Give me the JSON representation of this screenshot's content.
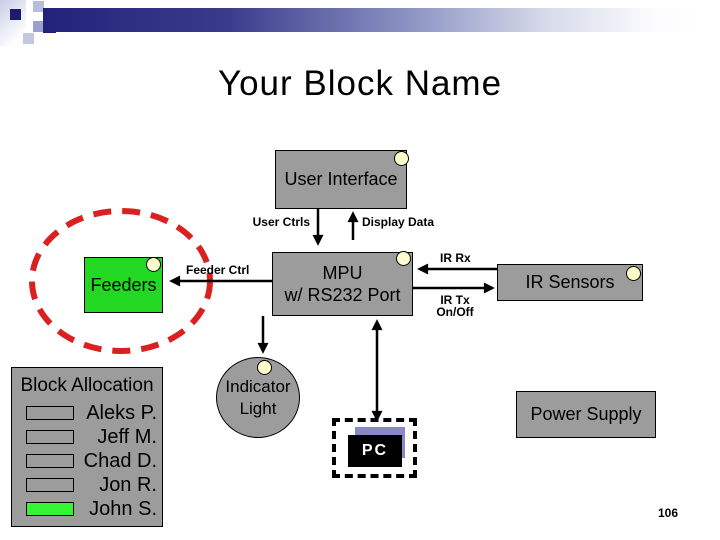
{
  "slide": {
    "title": "Your Block Name",
    "page_number": "106"
  },
  "blocks": {
    "user_interface": "User Interface",
    "mpu_line1": "MPU",
    "mpu_line2": "w/ RS232 Port",
    "feeders": "Feeders",
    "ir_sensors": "IR Sensors",
    "indicator_light": "Indicator Light",
    "power_supply": "Power Supply",
    "pc": "PC"
  },
  "connectors": {
    "user_ctrls": "User Ctrls",
    "display_data": "Display Data",
    "feeder_ctrl": "Feeder Ctrl",
    "ir_rx": "IR Rx",
    "ir_tx": "IR Tx",
    "ir_tx_mode": "On/Off"
  },
  "allocation": {
    "title": "Block Allocation",
    "rows": [
      {
        "name": "Aleks P.",
        "swatch": "#9C9C9C"
      },
      {
        "name": "Jeff M.",
        "swatch": "#9C9C9C"
      },
      {
        "name": "Chad D.",
        "swatch": "#9C9C9C"
      },
      {
        "name": "Jon R.",
        "swatch": "#9C9C9C"
      },
      {
        "name": "John S.",
        "swatch": "#33F533"
      }
    ]
  },
  "colors": {
    "block_gray": "#9C9C9C",
    "feeders_green": "#22D822",
    "highlight_red": "#D92121",
    "note_yellow": "#FFFFCC",
    "pc_purple": "#8989C9"
  }
}
